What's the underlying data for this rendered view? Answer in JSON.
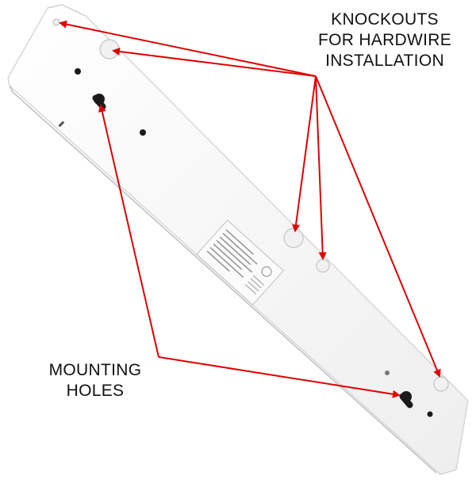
{
  "labels": {
    "knockouts": [
      "KNOCKOUTS",
      "FOR HARDWIRE",
      "INSTALLATION"
    ],
    "mounting": [
      "MOUNTING",
      "HOLES"
    ]
  },
  "colors": {
    "arrow": "#e00000",
    "fixture": "#f7f7f7",
    "fixture_edge": "#cfcfcf",
    "hole": "#1a1a1a"
  }
}
